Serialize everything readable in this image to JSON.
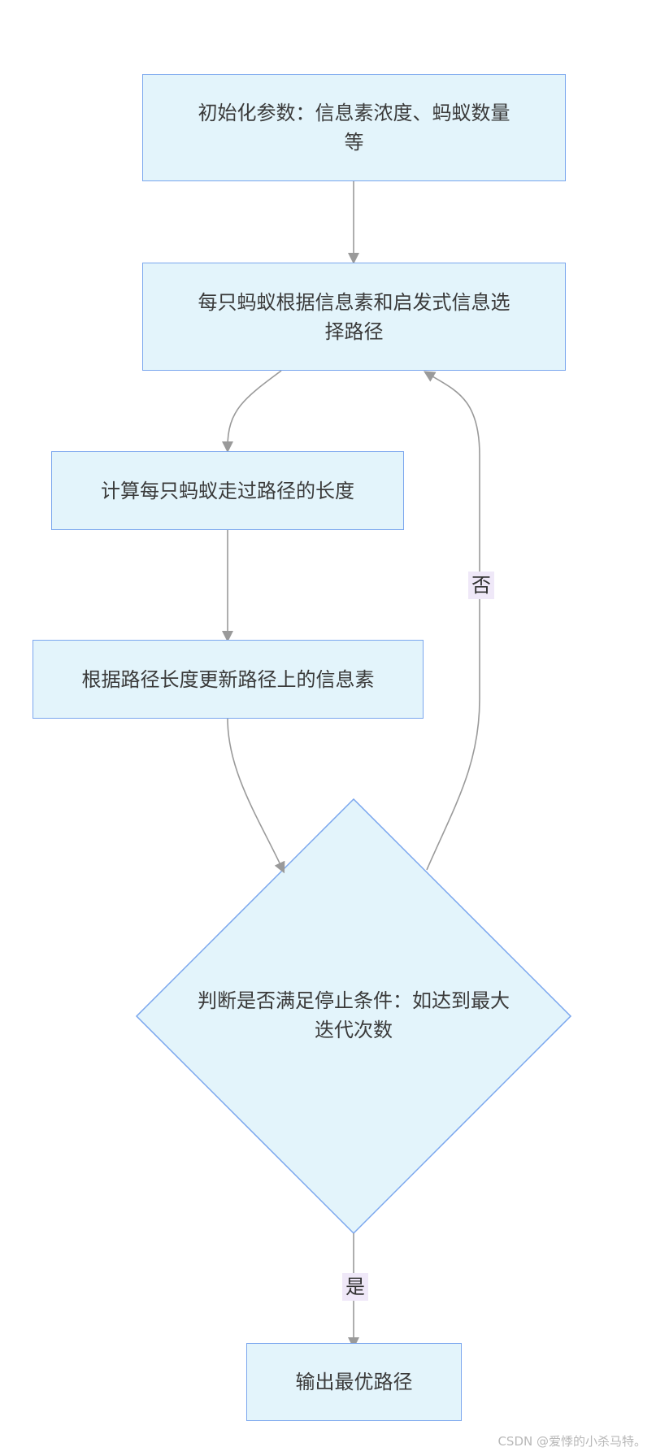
{
  "nodes": {
    "init": {
      "line1": "初始化参数：信息素浓度、蚂蚁数量",
      "line2": "等"
    },
    "select": {
      "line1": "每只蚂蚁根据信息素和启发式信息选",
      "line2": "择路径"
    },
    "compute": {
      "text": "计算每只蚂蚁走过路径的长度"
    },
    "update": {
      "text": "根据路径长度更新路径上的信息素"
    },
    "decision": {
      "line1": "判断是否满足停止条件：如达到最大",
      "line2": "迭代次数"
    },
    "output": {
      "text": "输出最优路径"
    }
  },
  "edges": {
    "no_label": "否",
    "yes_label": "是"
  },
  "watermark": "CSDN @爱悸的小杀马特。",
  "colors": {
    "node_fill": "#e3f4fb",
    "node_border": "#7aa6ee",
    "edge": "#9a9a9a",
    "edge_label_bg": "#efe8f8"
  }
}
